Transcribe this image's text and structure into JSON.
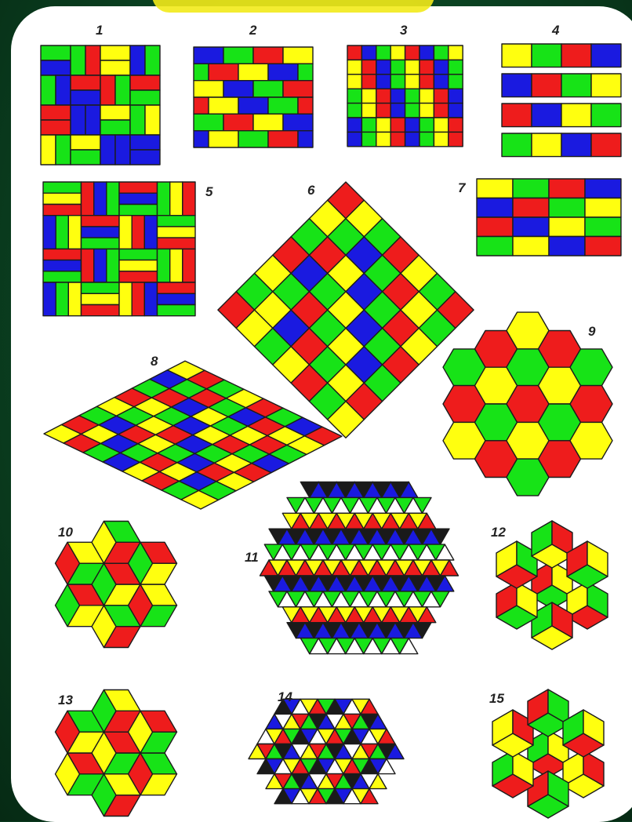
{
  "colors": {
    "red": "#ee1c1c",
    "green": "#17e317",
    "blue": "#1a1ae0",
    "yellow": "#ffff0f",
    "white": "#ffffff",
    "black": "#1a1a1a",
    "panel": "#ffffff",
    "background": "#0b4322"
  },
  "figures": [
    {
      "id": "1",
      "label": "1",
      "kind": "rect-basketweave"
    },
    {
      "id": "2",
      "label": "2",
      "kind": "rect-running-bond"
    },
    {
      "id": "3",
      "label": "3",
      "kind": "square-pinwheel"
    },
    {
      "id": "4",
      "label": "4",
      "kind": "square-checker-four-color"
    },
    {
      "id": "5",
      "label": "5",
      "kind": "rect-basketweave-large"
    },
    {
      "id": "6",
      "label": "6",
      "kind": "square-diamond-grid"
    },
    {
      "id": "7",
      "label": "7",
      "kind": "rect-checker"
    },
    {
      "id": "8",
      "label": "8",
      "kind": "rhombus-grid"
    },
    {
      "id": "9",
      "label": "9",
      "kind": "hexagon-three-color"
    },
    {
      "id": "10",
      "label": "10",
      "kind": "pentagon-cluster"
    },
    {
      "id": "11",
      "label": "11",
      "kind": "triangle-hexagon"
    },
    {
      "id": "12",
      "label": "12",
      "kind": "rhombus-cubes"
    },
    {
      "id": "13",
      "label": "13",
      "kind": "pentagon-cluster-b"
    },
    {
      "id": "14",
      "label": "14",
      "kind": "triangle-mixed"
    },
    {
      "id": "15",
      "label": "15",
      "kind": "rhombus-stars"
    }
  ]
}
